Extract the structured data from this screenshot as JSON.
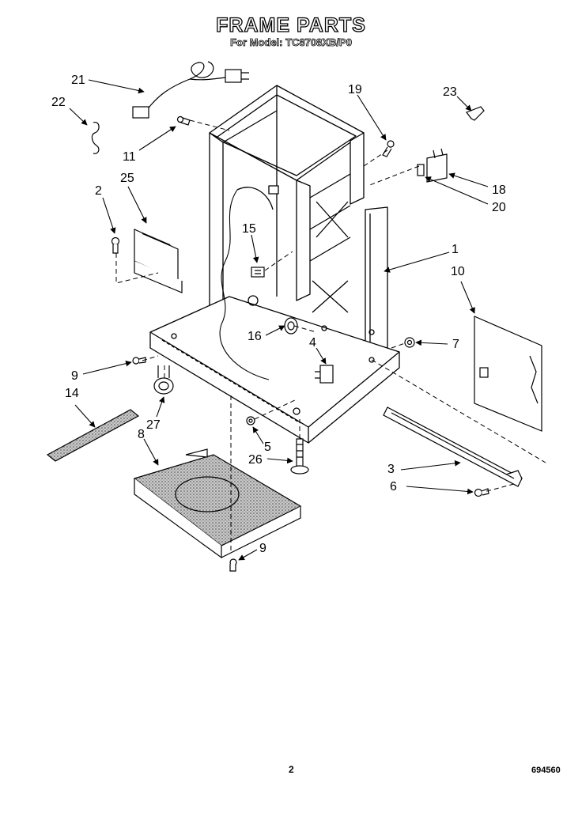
{
  "header": {
    "title": "FRAME PARTS",
    "subtitle": "For Model: TC8708XB/P0"
  },
  "callouts": {
    "c1": "1",
    "c2": "2",
    "c3": "3",
    "c4": "4",
    "c5": "5",
    "c6": "6",
    "c7": "7",
    "c8": "8",
    "c9a": "9",
    "c9b": "9",
    "c10": "10",
    "c11": "11",
    "c14": "14",
    "c15": "15",
    "c16": "16",
    "c18": "18",
    "c19": "19",
    "c20": "20",
    "c21": "21",
    "c22": "22",
    "c23": "23",
    "c25": "25",
    "c26": "26",
    "c27": "27"
  },
  "footer": {
    "page_number": "2",
    "drawing_number": "694560"
  },
  "colors": {
    "line": "#000000",
    "background": "#ffffff",
    "insulation_fill": "#9a9a9a"
  }
}
